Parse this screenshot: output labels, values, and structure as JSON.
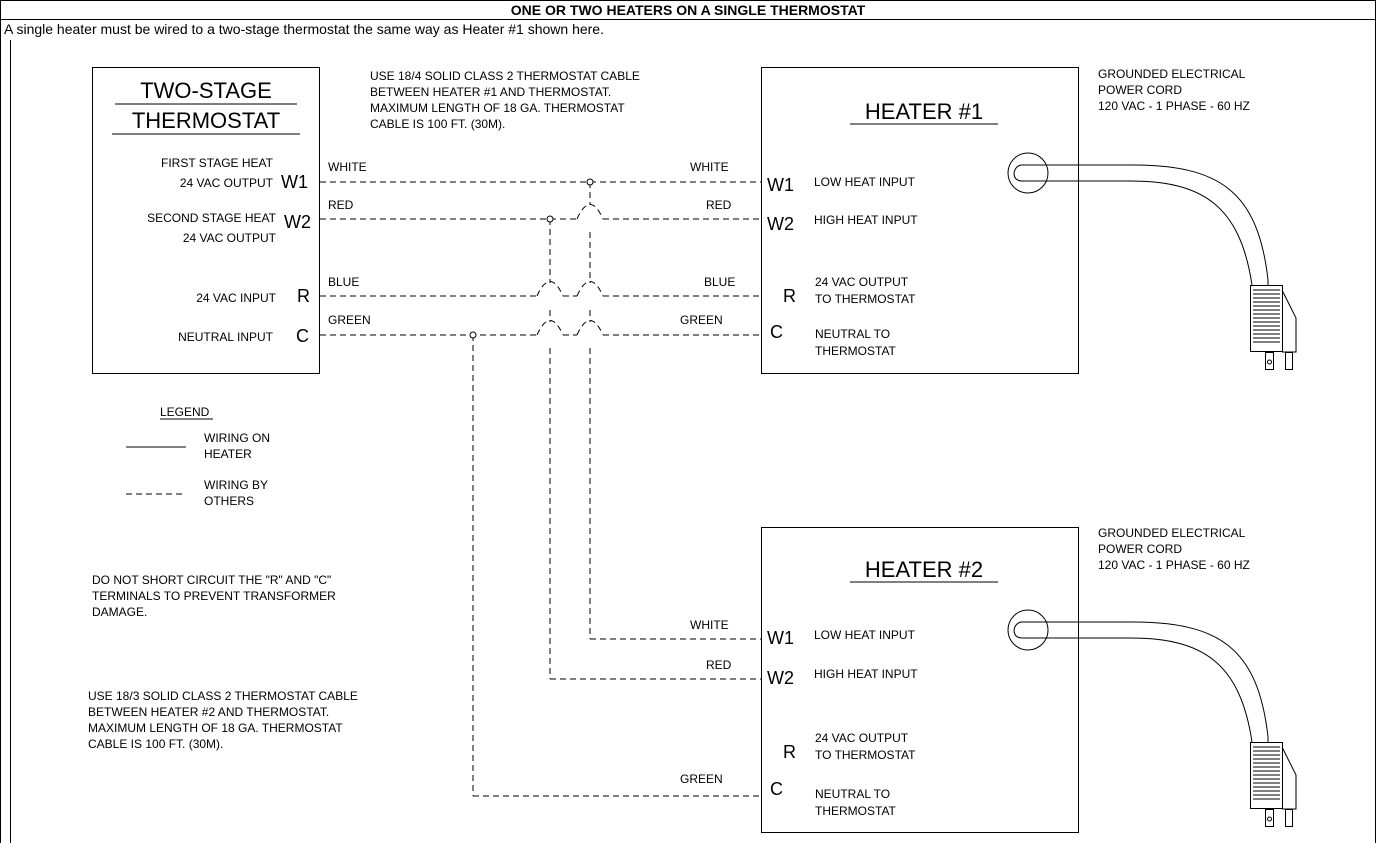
{
  "title": "ONE OR TWO HEATERS ON A SINGLE THERMOSTAT",
  "intro": "A single heater must be wired to a two-stage thermostat the same way as Heater #1 shown here.",
  "thermostat": {
    "title_line1": "TWO-STAGE",
    "title_line2": "THERMOSTAT",
    "first_stage_l1": "FIRST STAGE HEAT",
    "first_stage_l2": "24 VAC OUTPUT",
    "w1": "W1",
    "second_stage_l1": "SECOND STAGE HEAT",
    "second_stage_l2": "24 VAC OUTPUT",
    "w2": "W2",
    "vac_input": "24 VAC INPUT",
    "r": "R",
    "neutral_input": "NEUTRAL INPUT",
    "c": "C"
  },
  "cable_note_1": [
    "USE 18/4 SOLID CLASS 2 THERMOSTAT CABLE",
    "BETWEEN HEATER #1 AND THERMOSTAT.",
    "MAXIMUM LENGTH OF 18 GA. THERMOSTAT",
    "CABLE IS 100 FT. (30M)."
  ],
  "cable_note_2": [
    "USE 18/3 SOLID CLASS 2 THERMOSTAT CABLE",
    "BETWEEN HEATER #2 AND THERMOSTAT.",
    "MAXIMUM LENGTH OF 18 GA. THERMOSTAT",
    "CABLE IS 100 FT. (30M)."
  ],
  "warning": [
    "DO NOT SHORT CIRCUIT THE \"R\" AND \"C\"",
    "TERMINALS TO PREVENT TRANSFORMER",
    "DAMAGE."
  ],
  "wires": {
    "white": "WHITE",
    "red": "RED",
    "blue": "BLUE",
    "green": "GREEN"
  },
  "heater1": {
    "title": "HEATER #1",
    "w1": "W1",
    "w1_label": "LOW HEAT INPUT",
    "w2": "W2",
    "w2_label": "HIGH HEAT INPUT",
    "r": "R",
    "r_label_l1": "24 VAC OUTPUT",
    "r_label_l2": "TO THERMOSTAT",
    "c": "C",
    "c_label_l1": "NEUTRAL TO",
    "c_label_l2": "THERMOSTAT"
  },
  "heater2": {
    "title": "HEATER #2",
    "w1": "W1",
    "w1_label": "LOW HEAT INPUT",
    "w2": "W2",
    "w2_label": "HIGH HEAT INPUT",
    "r": "R",
    "r_label_l1": "24 VAC OUTPUT",
    "r_label_l2": "TO THERMOSTAT",
    "c": "C",
    "c_label_l1": "NEUTRAL TO",
    "c_label_l2": "THERMOSTAT"
  },
  "power_cord_1": [
    "GROUNDED ELECTRICAL",
    "POWER CORD",
    "120 VAC - 1 PHASE - 60 HZ"
  ],
  "power_cord_2": [
    "GROUNDED ELECTRICAL",
    "POWER CORD",
    "120 VAC - 1 PHASE - 60 HZ"
  ],
  "legend": {
    "title": "LEGEND",
    "on_heater_l1": "WIRING ON",
    "on_heater_l2": "HEATER",
    "by_others_l1": "WIRING BY",
    "by_others_l2": "OTHERS"
  }
}
